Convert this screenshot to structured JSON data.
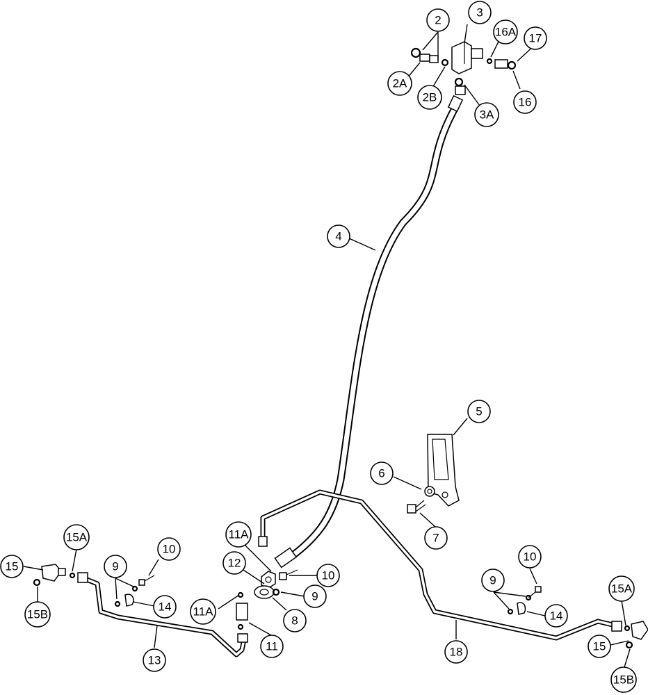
{
  "diagram": {
    "callouts": [
      {
        "id": "c-2",
        "label": "2"
      },
      {
        "id": "c-3",
        "label": "3"
      },
      {
        "id": "c-16a",
        "label": "16A"
      },
      {
        "id": "c-17",
        "label": "17"
      },
      {
        "id": "c-2a",
        "label": "2A"
      },
      {
        "id": "c-2b",
        "label": "2B"
      },
      {
        "id": "c-3a",
        "label": "3A"
      },
      {
        "id": "c-16",
        "label": "16"
      },
      {
        "id": "c-4",
        "label": "4"
      },
      {
        "id": "c-5",
        "label": "5"
      },
      {
        "id": "c-6",
        "label": "6"
      },
      {
        "id": "c-7",
        "label": "7"
      },
      {
        "id": "c-11a-top",
        "label": "11A"
      },
      {
        "id": "c-12",
        "label": "12"
      },
      {
        "id": "c-10-mid",
        "label": "10"
      },
      {
        "id": "c-9-mid",
        "label": "9"
      },
      {
        "id": "c-11a-bottom",
        "label": "11A"
      },
      {
        "id": "c-8",
        "label": "8"
      },
      {
        "id": "c-11",
        "label": "11"
      },
      {
        "id": "c-15a-left",
        "label": "15A"
      },
      {
        "id": "c-15-left",
        "label": "15"
      },
      {
        "id": "c-15b-left",
        "label": "15B"
      },
      {
        "id": "c-9-left",
        "label": "9"
      },
      {
        "id": "c-10-left",
        "label": "10"
      },
      {
        "id": "c-14-left",
        "label": "14"
      },
      {
        "id": "c-13",
        "label": "13"
      },
      {
        "id": "c-10-right",
        "label": "10"
      },
      {
        "id": "c-9-right",
        "label": "9"
      },
      {
        "id": "c-14-right",
        "label": "14"
      },
      {
        "id": "c-15a-right",
        "label": "15A"
      },
      {
        "id": "c-18",
        "label": "18"
      },
      {
        "id": "c-15-right",
        "label": "15"
      },
      {
        "id": "c-15b-right",
        "label": "15B"
      }
    ]
  }
}
